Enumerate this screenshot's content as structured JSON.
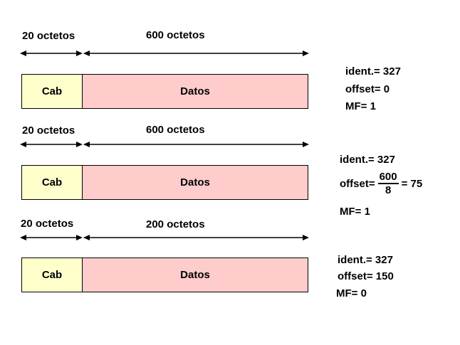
{
  "colors": {
    "header_fill": "#ffffcc",
    "data_fill": "#ffcccc"
  },
  "fragments": [
    {
      "header_size_label": "20 octetos",
      "data_size_label": "600 octetos",
      "header_cell": "Cab",
      "data_cell": "Datos",
      "info": {
        "ident": "ident.= 327",
        "offset": "offset= 0",
        "mf": "MF= 1"
      }
    },
    {
      "header_size_label": "20 octetos",
      "data_size_label": "600 octetos",
      "header_cell": "Cab",
      "data_cell": "Datos",
      "info": {
        "ident": "ident.= 327",
        "offset_prefix": "offset=",
        "offset_numerator": "600",
        "offset_denominator": "8",
        "offset_result": "= 75",
        "mf": "MF= 1"
      }
    },
    {
      "header_size_label": "20 octetos",
      "data_size_label": "200 octetos",
      "header_cell": "Cab",
      "data_cell": "Datos",
      "info": {
        "ident": "ident.= 327",
        "offset": "offset= 150",
        "mf": "MF= 0"
      }
    }
  ]
}
